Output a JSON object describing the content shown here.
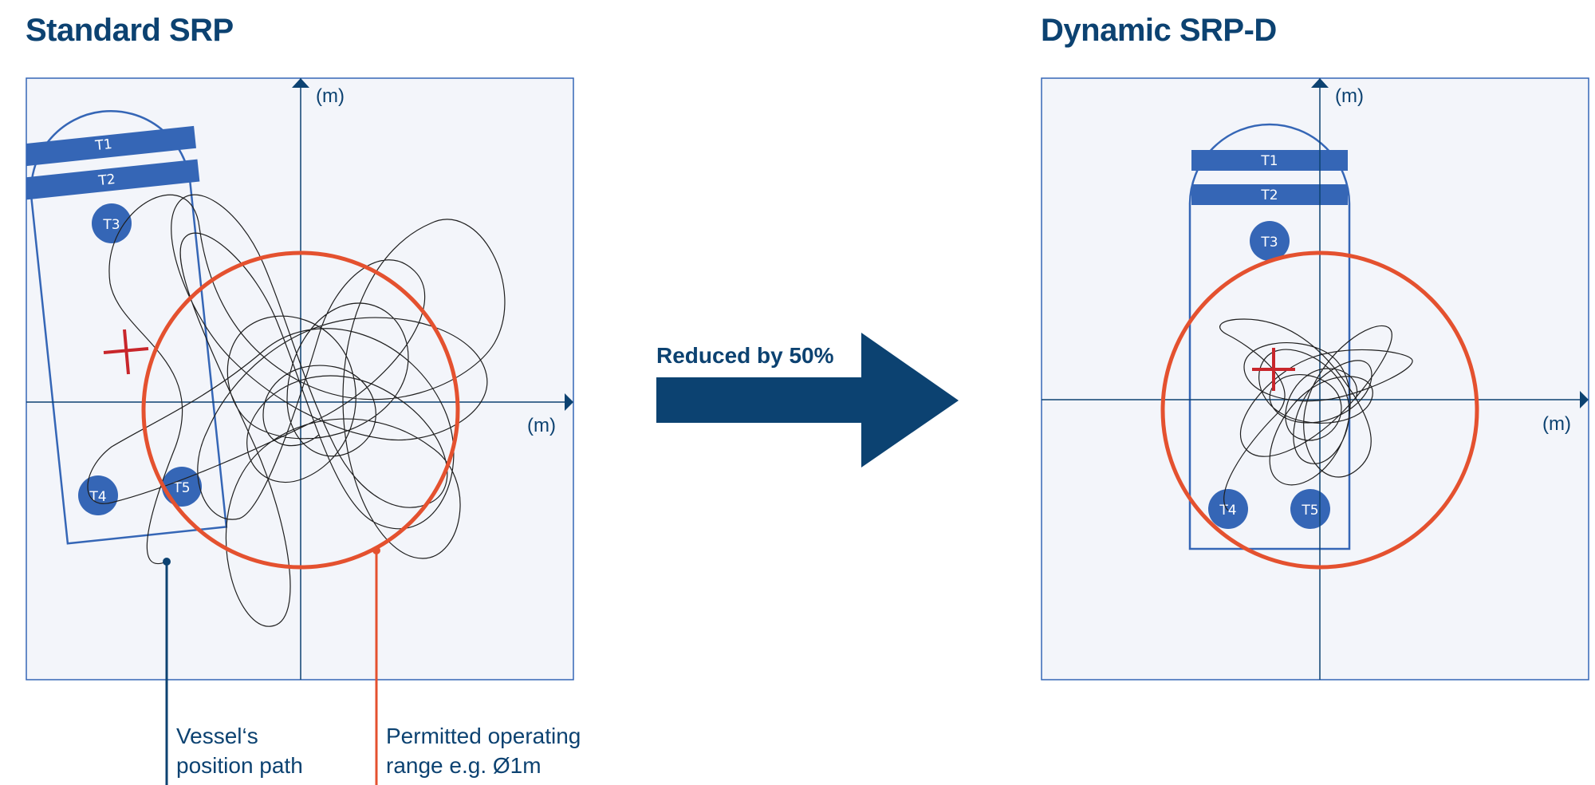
{
  "panels": {
    "left": {
      "title": "Standard SRP",
      "axis_y_unit": "(m)",
      "axis_x_unit": "(m)",
      "thrusters": [
        "T1",
        "T2",
        "T3",
        "T4",
        "T5"
      ]
    },
    "right": {
      "title": "Dynamic SRP-D",
      "axis_y_unit": "(m)",
      "axis_x_unit": "(m)",
      "thrusters": [
        "T1",
        "T2",
        "T3",
        "T4",
        "T5"
      ]
    }
  },
  "arrow": {
    "label": "Reduced by 50%"
  },
  "callouts": {
    "path": {
      "line1": "Vessel‘s",
      "line2": "position path"
    },
    "range": {
      "line1": "Permitted operating",
      "line2": "range e.g. Ø1m"
    }
  },
  "colors": {
    "navy": "#0c4271",
    "ship_blue": "#3566b6",
    "range_red": "#e4512f",
    "target_red": "#c8262b",
    "panel_bg": "#f3f5fa"
  }
}
